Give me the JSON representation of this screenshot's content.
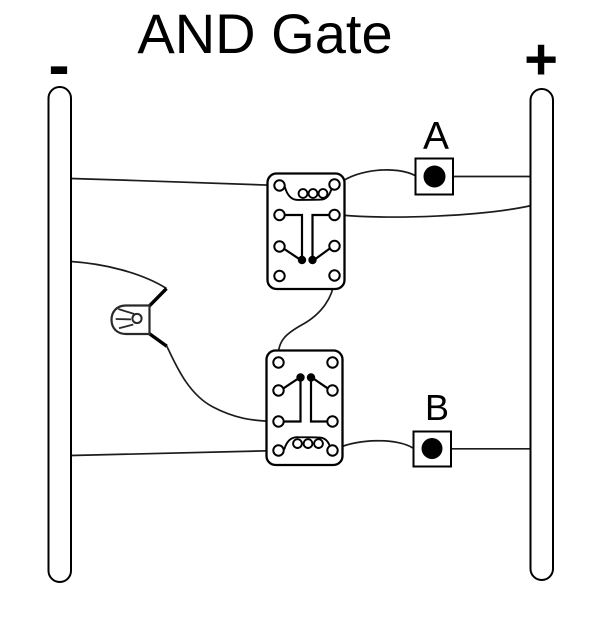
{
  "title": "AND Gate",
  "rails": {
    "negative_label": "-",
    "positive_label": "+"
  },
  "inputs": {
    "a_label": "A",
    "b_label": "B"
  },
  "components": {
    "relay_count": 2,
    "lamp_count": 1,
    "pushbutton_count": 2
  },
  "colors": {
    "background": "#ffffff",
    "ink": "#000000"
  }
}
